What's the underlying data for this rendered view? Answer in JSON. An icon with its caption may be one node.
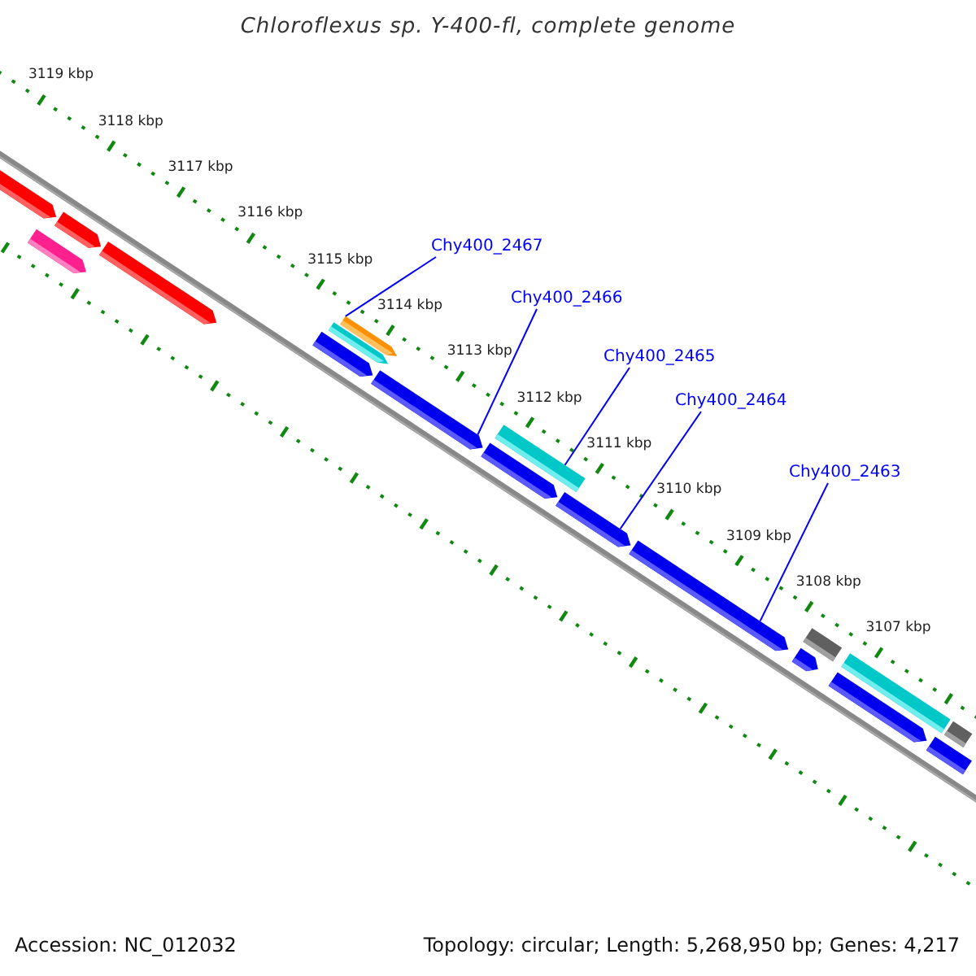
{
  "diagram": {
    "title": "Chloroflexus sp. Y-400-fl, complete genome",
    "nodes": [
      {
        "text": [
          "Chy400_2467"
        ]
      },
      {
        "text": [
          "Chy400_2466"
        ]
      },
      {
        "text": [
          "Chy400_2465"
        ]
      },
      {
        "text": [
          "Chy400_2464"
        ]
      },
      {
        "text": [
          "Chy400_2463"
        ]
      },
      {
        "text": [],
        "shape": "bar"
      },
      {
        "text": [],
        "shape": "bar"
      },
      {
        "text": [],
        "shape": "bar"
      },
      {
        "text": [],
        "shape": "bar"
      },
      {
        "text": [],
        "shape": "bar"
      },
      {
        "text": [],
        "shape": "bar"
      },
      {
        "text": [],
        "shape": "bar"
      },
      {
        "text": [],
        "shape": "bar"
      },
      {
        "text": [],
        "shape": "bar"
      },
      {
        "text": [],
        "shape": "box"
      },
      {
        "text": [],
        "shape": "bar"
      },
      {
        "text": [],
        "shape": "bar"
      },
      {
        "text": [],
        "shape": "box"
      },
      {
        "text": [],
        "shape": "bar"
      },
      {
        "text": [],
        "shape": "box"
      },
      {
        "text": [],
        "shape": "bar"
      },
      {
        "text": [],
        "shape": "box"
      },
      {
        "text": [],
        "shape": "box"
      }
    ],
    "edges": [
      {
        "from": 0,
        "to": 11,
        "arrow": "none"
      },
      {
        "from": 1,
        "to": 12,
        "arrow": "none"
      },
      {
        "from": 2,
        "to": 14,
        "arrow": "none"
      },
      {
        "from": 3,
        "to": 15,
        "arrow": "none"
      },
      {
        "from": 4,
        "to": 16,
        "arrow": "none"
      }
    ],
    "labels": [
      "3119 kbp",
      "3118 kbp",
      "3117 kbp",
      "3116 kbp",
      "3115 kbp",
      "3114 kbp",
      "3113 kbp",
      "3112 kbp",
      "3111 kbp",
      "3110 kbp",
      "3109 kbp",
      "3108 kbp",
      "3107 kbp",
      "Accession: NC_012032",
      "Topology: circular; Length: 5,268,950 bp; Genes: 4,217"
    ]
  }
}
